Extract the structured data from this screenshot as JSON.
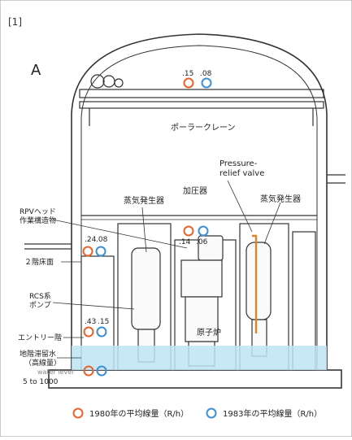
{
  "figure": {
    "ref": "[1]",
    "panel_letter": "A"
  },
  "labels": {
    "polar_crane": "ポーラークレーン",
    "pressure_relief_valve_1": "Pressure-",
    "pressure_relief_valve_2": "relief valve",
    "pressurizer": "加圧器",
    "steam_generator_left": "蒸気発生器",
    "steam_generator_right": "蒸気発生器",
    "rpv_head_1": "RPVヘッド",
    "rpv_head_2": "作業構造物",
    "second_floor": "２階床面",
    "rcs_pump_1": "RCS系",
    "rcs_pump_2": "ポンプ",
    "reactor": "原子炉",
    "entry_floor": "エントリー階",
    "basement_water_1": "地階滞留水",
    "basement_water_2": "（高線量）",
    "water_level_partial": "water level",
    "range": "5 to 1000"
  },
  "dose_pairs": [
    {
      "location": "dome",
      "v1980": ".15",
      "v1983": ".08"
    },
    {
      "location": "second-floor",
      "v1980": ".24",
      "v1983": ".08"
    },
    {
      "location": "reactor-area",
      "v1980": ".14",
      "v1983": ".06"
    },
    {
      "location": "entry-floor",
      "v1980": ".43",
      "v1983": ".15"
    },
    {
      "location": "basement",
      "v1980": "",
      "v1983": ""
    }
  ],
  "legend": {
    "item_1980": "1980年の平均線量（R/h）",
    "item_1983": "1983年の平均線量（R/h）"
  },
  "colors": {
    "marker_1980": "#e8642c",
    "marker_1983": "#3d8fd6",
    "water": "#bfe4f3",
    "line": "#333333",
    "relief_pipe": "#d9862a"
  }
}
